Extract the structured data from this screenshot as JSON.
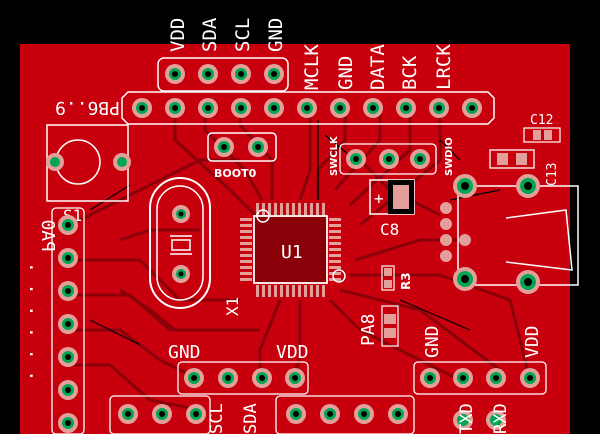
{
  "board": {
    "colors": {
      "background": "#000000",
      "copper": "#c8000d",
      "copper_dark": "#8a0008",
      "pad": "#e3a09a",
      "drill": "#00a651",
      "silkscreen": "#ffffff"
    }
  },
  "top_header": {
    "labels": [
      "VDD",
      "SDA",
      "SCL",
      "GND"
    ]
  },
  "main_header": {
    "labels": [
      "MCLK",
      "GND",
      "DATA",
      "BCK",
      "LRCK"
    ],
    "left_label": "PB6..9"
  },
  "boot": {
    "label": "BOOT0"
  },
  "swclk": {
    "label": "SWCLK"
  },
  "swdio": {
    "label": "SWDIO"
  },
  "switch": {
    "label": "S1"
  },
  "crystal": {
    "label": "X1"
  },
  "mcu": {
    "label": "U1"
  },
  "cap_c8": {
    "label": "C8"
  },
  "cap_c12": {
    "label": "C12"
  },
  "cap_c13": {
    "label": "C13"
  },
  "resistor_r3": {
    "label": "R3"
  },
  "pa8": {
    "label": "PA8"
  },
  "left_column": {
    "label": "PA0",
    "dots": ". . . . . ."
  },
  "bottom_left": {
    "labels": [
      "GND",
      "VDD"
    ],
    "vertical_labels": [
      "SCL",
      "SDA"
    ]
  },
  "bottom_right": {
    "labels": [
      "GND",
      "VDD"
    ],
    "vertical_labels": [
      "TXD",
      "RXD"
    ]
  },
  "usb": {
    "name": "USB connector"
  }
}
